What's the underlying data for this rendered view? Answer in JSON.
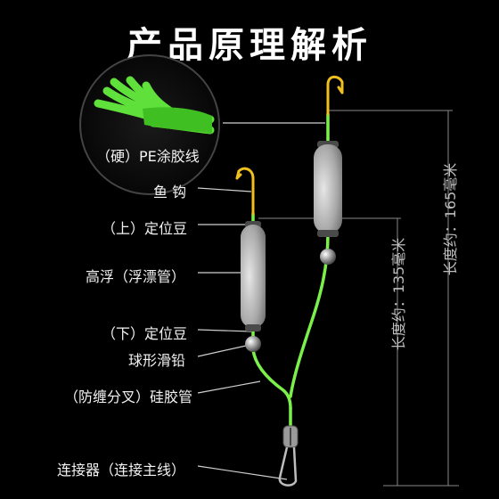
{
  "title": "产品原理解析",
  "labels": {
    "pe_line": "（硬）PE涂胶线",
    "hook": "鱼  钩",
    "upper_bead": "（上）定位豆",
    "float": "高浮（浮漂管）",
    "lower_bead": "（下）定位豆",
    "sinker": "球形滑铅",
    "tube": "（防缠分叉）硅胶管",
    "connector": "连接器（连接主线）"
  },
  "measurements": {
    "length_135": "长度约：135毫米",
    "length_165": "长度约：165毫米"
  },
  "colors": {
    "background": "#000000",
    "line": "#7cf04a",
    "hook": "#f0c020",
    "float": "#c8c8c8",
    "bead": "#9a9a9a"
  }
}
